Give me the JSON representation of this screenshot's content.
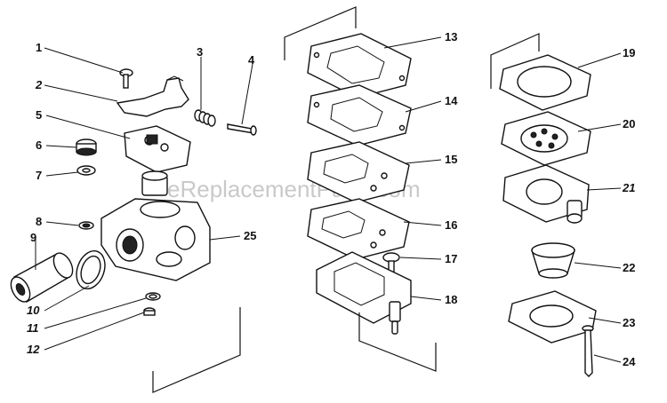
{
  "watermark": "eReplacementParts.com",
  "labels": {
    "p1": "1",
    "p2": "2",
    "p3": "3",
    "p4": "4",
    "p5": "5",
    "p6": "6",
    "p7": "7",
    "p8": "8",
    "p9": "9",
    "p10": "10",
    "p11": "11",
    "p12": "12",
    "p13": "13",
    "p14": "14",
    "p15": "15",
    "p16": "16",
    "p17": "17",
    "p18": "18",
    "p19": "19",
    "p20": "20",
    "p21": "21",
    "p22": "22",
    "p23": "23",
    "p24": "24",
    "p25": "25"
  }
}
